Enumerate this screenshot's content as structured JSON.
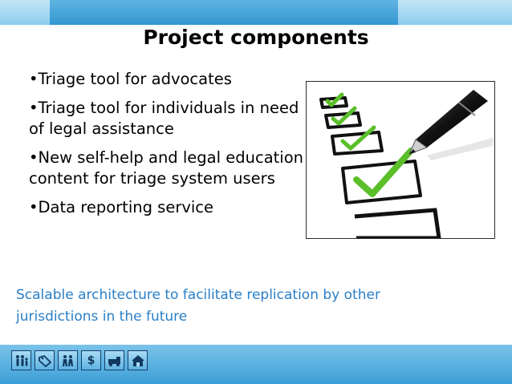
{
  "slide": {
    "title": "Project components",
    "bullets": [
      "•Triage tool for advocates",
      "•Triage tool for individuals in need of legal assistance",
      "•New self-help and legal education content for triage system users",
      "•Data reporting service"
    ],
    "footnote": "Scalable architecture to facilitate replication by other jurisdictions in the future"
  },
  "footer_icons": [
    {
      "icon": "family-icon"
    },
    {
      "icon": "tag-icon"
    },
    {
      "icon": "people-icon"
    },
    {
      "icon": "dollar-icon",
      "glyph": "$"
    },
    {
      "icon": "vehicle-icon"
    },
    {
      "icon": "house-icon"
    }
  ],
  "colors": {
    "footnote": "#2a7fc6",
    "banner": "#3c9fd7",
    "check": "#5bbf2a"
  }
}
